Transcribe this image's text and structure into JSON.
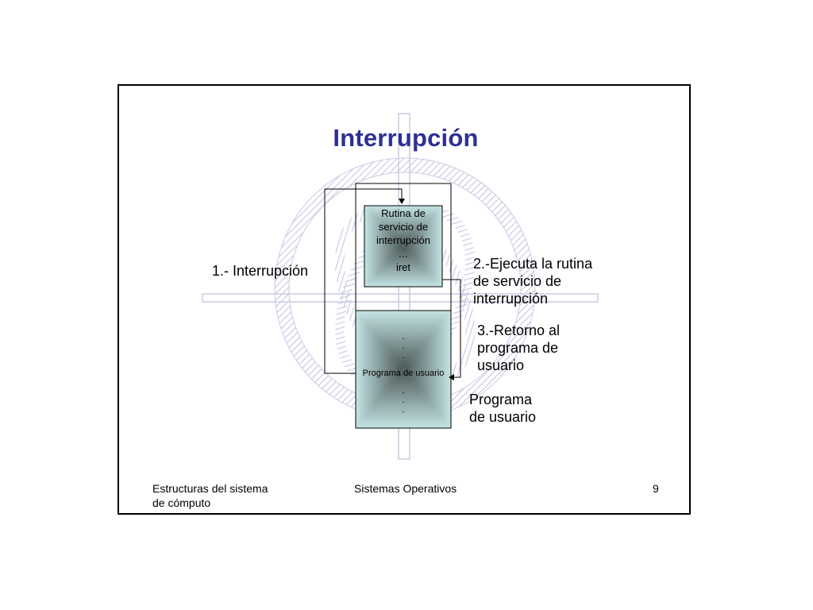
{
  "slide": {
    "title": "Interrupción",
    "labels": {
      "interrupt": "1.- Interrupción",
      "execute": "2.-Ejecuta la rutina\nde servicio de\ninterrupción",
      "return": "3.-Retorno al\nprograma de\nusuario",
      "program": "Programa\nde usuario"
    },
    "isr_box": "Rutina de\nservicio de\ninterrupción\n…\niret",
    "program_box": {
      "dots_top": ".\n.\n.",
      "label": "Programa de usuario",
      "dots_bottom": ".\n.\n."
    }
  },
  "footer": {
    "left": "Estructuras del sistema\nde cómputo",
    "center": "Sistemas Operativos",
    "page": "9"
  },
  "colors": {
    "title": "#2e3192",
    "box_light": "#c4e4e4",
    "box_dark": "#4a5656",
    "watermark": "#c4c6e2"
  }
}
